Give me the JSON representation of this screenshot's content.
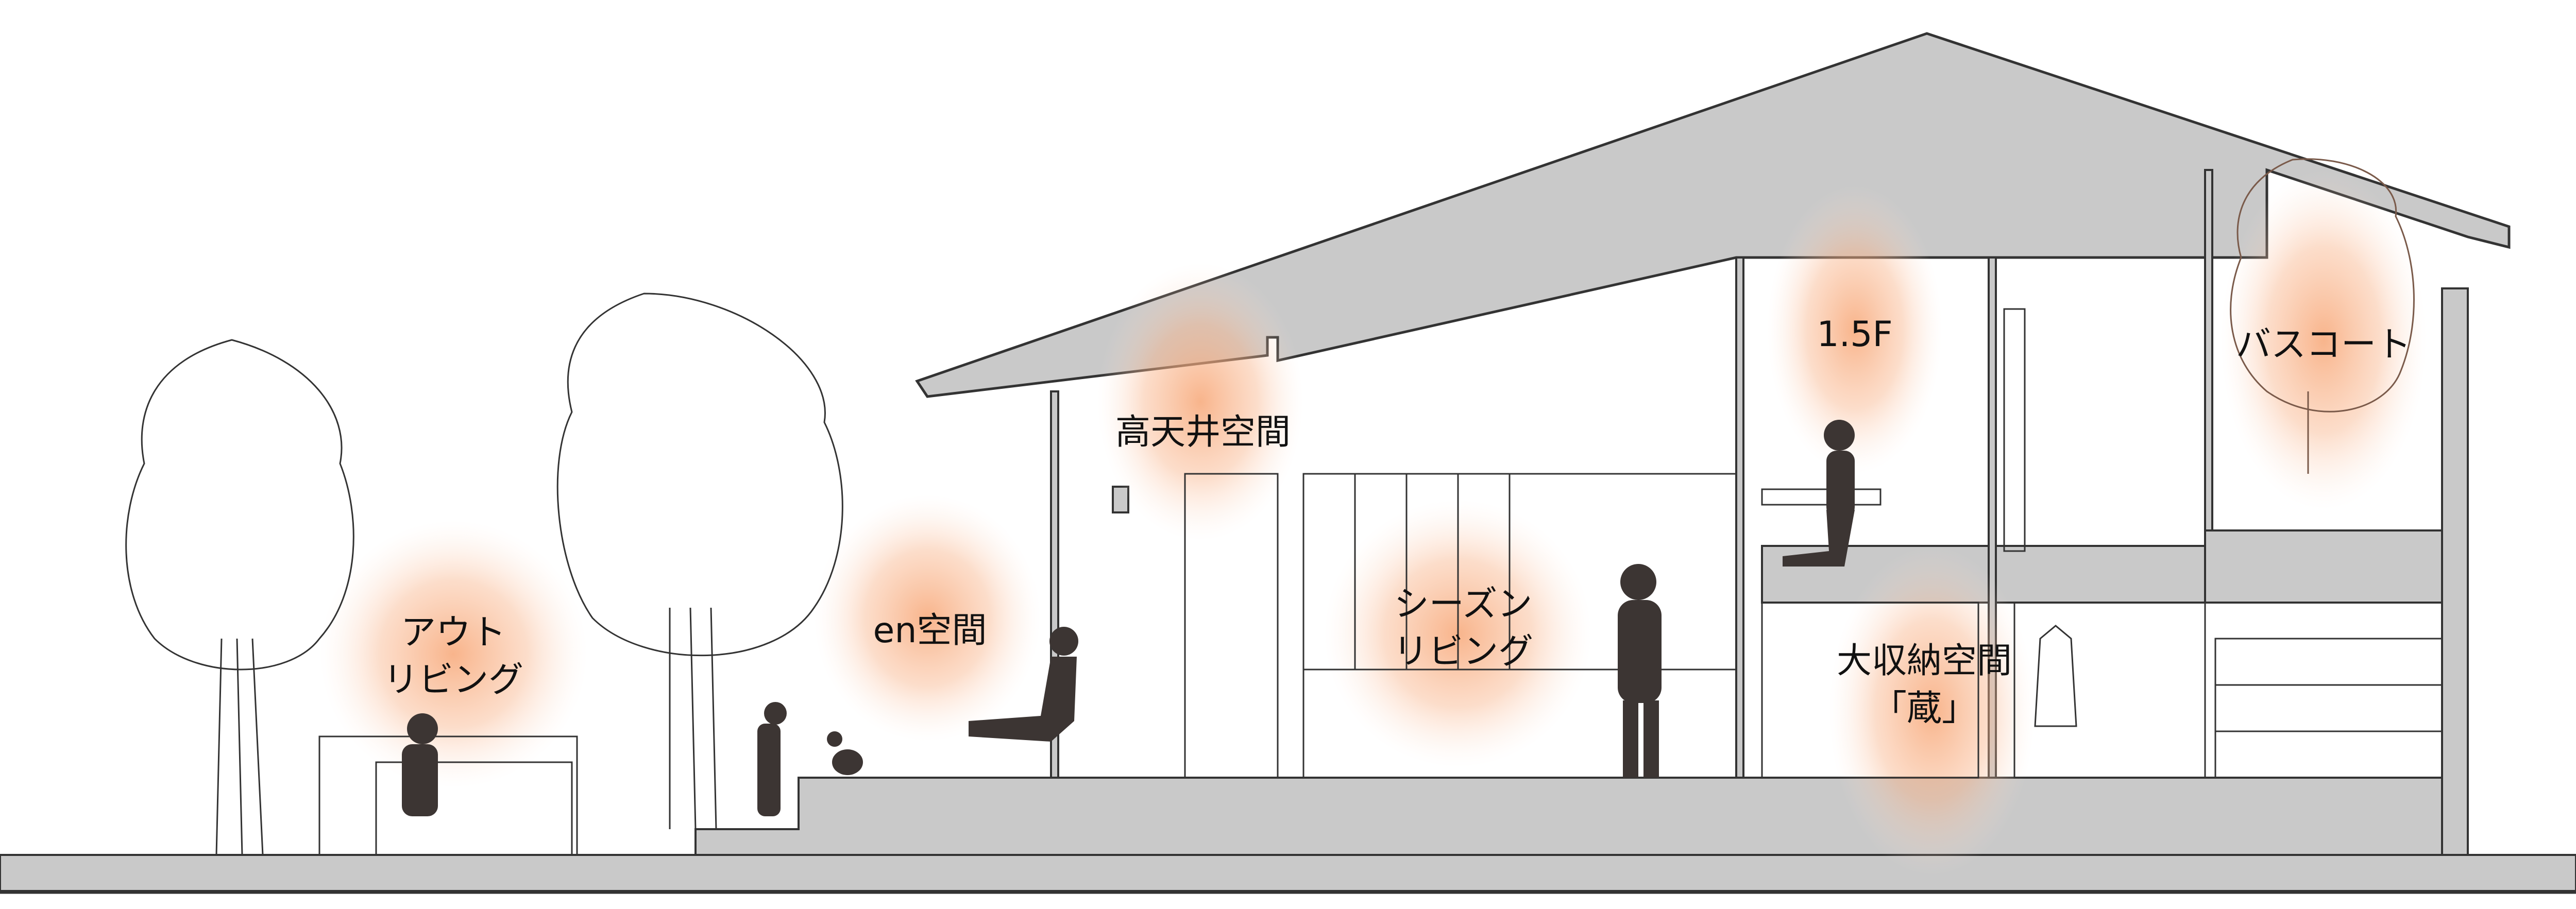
{
  "title": "住宅断面パース",
  "colors": {
    "structure_fill": "#c9c9c9",
    "line": "#333333",
    "glow": "#f7a777",
    "silhouette": "#3c3533",
    "background": "#ffffff"
  },
  "labels": {
    "out_living": {
      "line1": "アウト",
      "line2": "リビング"
    },
    "en_space": {
      "line1": "en空間"
    },
    "high_ceiling": {
      "line1": "高天井空間"
    },
    "season_living": {
      "line1": "シーズン",
      "line2": "リビング"
    },
    "half_floor": {
      "line1": "1.5F"
    },
    "bath_court": {
      "line1": "バスコート"
    },
    "storage": {
      "line1": "大収納空間",
      "line2": "「蔵」"
    }
  },
  "icons": [
    "tree-icon",
    "person-silhouette-icon",
    "cat-silhouette-icon",
    "potted-plant-icon",
    "jacket-hanger-icon",
    "chair-icon",
    "desk-icon"
  ]
}
